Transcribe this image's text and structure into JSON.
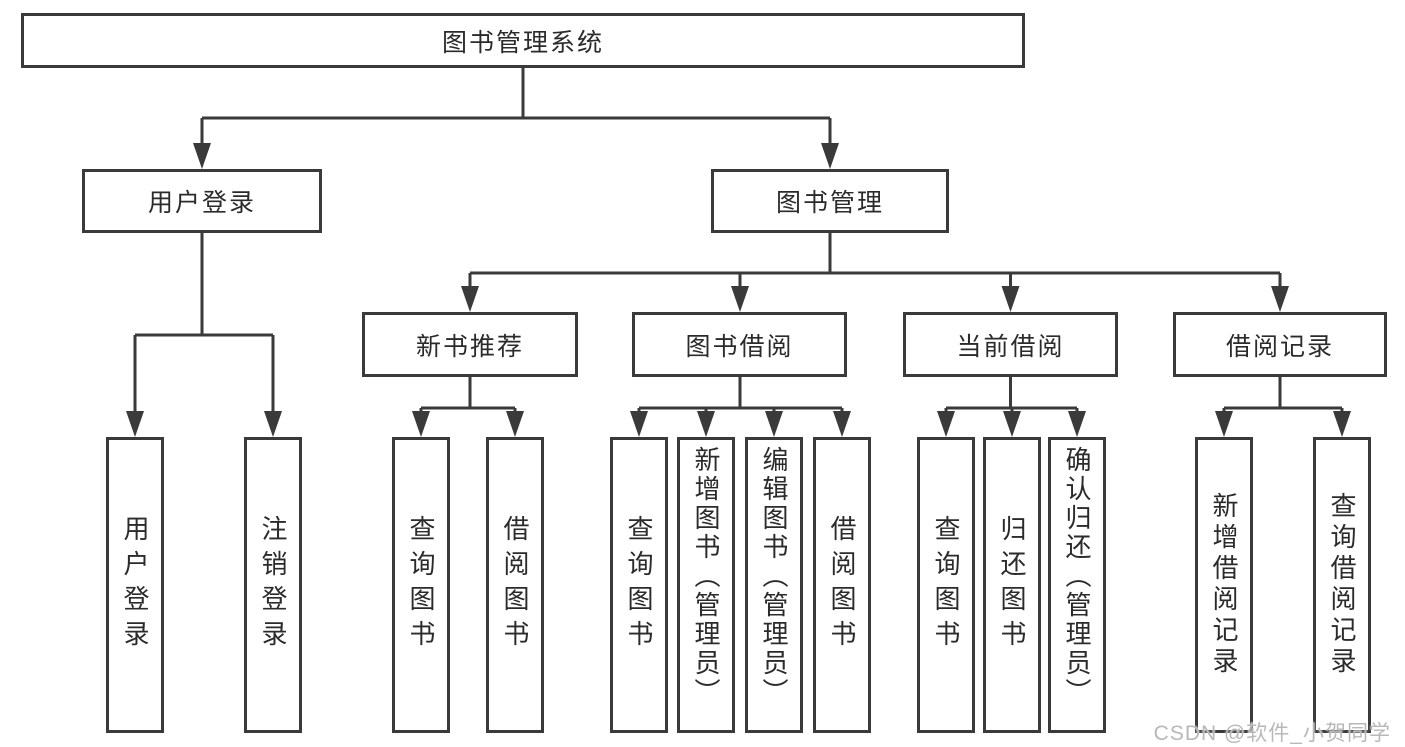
{
  "tree": {
    "root": "图书管理系统",
    "branches": [
      {
        "label": "用户登录",
        "leaves": [
          "用户登录",
          "注销登录"
        ]
      },
      {
        "label": "图书管理",
        "sections": [
          {
            "label": "新书推荐",
            "leaves": [
              "查询图书",
              "借阅图书"
            ]
          },
          {
            "label": "图书借阅",
            "leaves": [
              "查询图书",
              "新增图书（管理员）",
              "编辑图书（管理员）",
              "借阅图书"
            ]
          },
          {
            "label": "当前借阅",
            "leaves": [
              "查询图书",
              "归还图书",
              "确认归还（管理员）"
            ]
          },
          {
            "label": "借阅记录",
            "leaves": [
              "新增借阅记录",
              "查询借阅记录"
            ]
          }
        ]
      }
    ]
  },
  "watermark": {
    "text": "CSDN @软件_小贺同学"
  },
  "colors": {
    "line": "#3a3a3a",
    "border": "#3a3a3a",
    "text": "#2b2b2b",
    "background": "#ffffff",
    "watermark": "#b8b8b8"
  }
}
